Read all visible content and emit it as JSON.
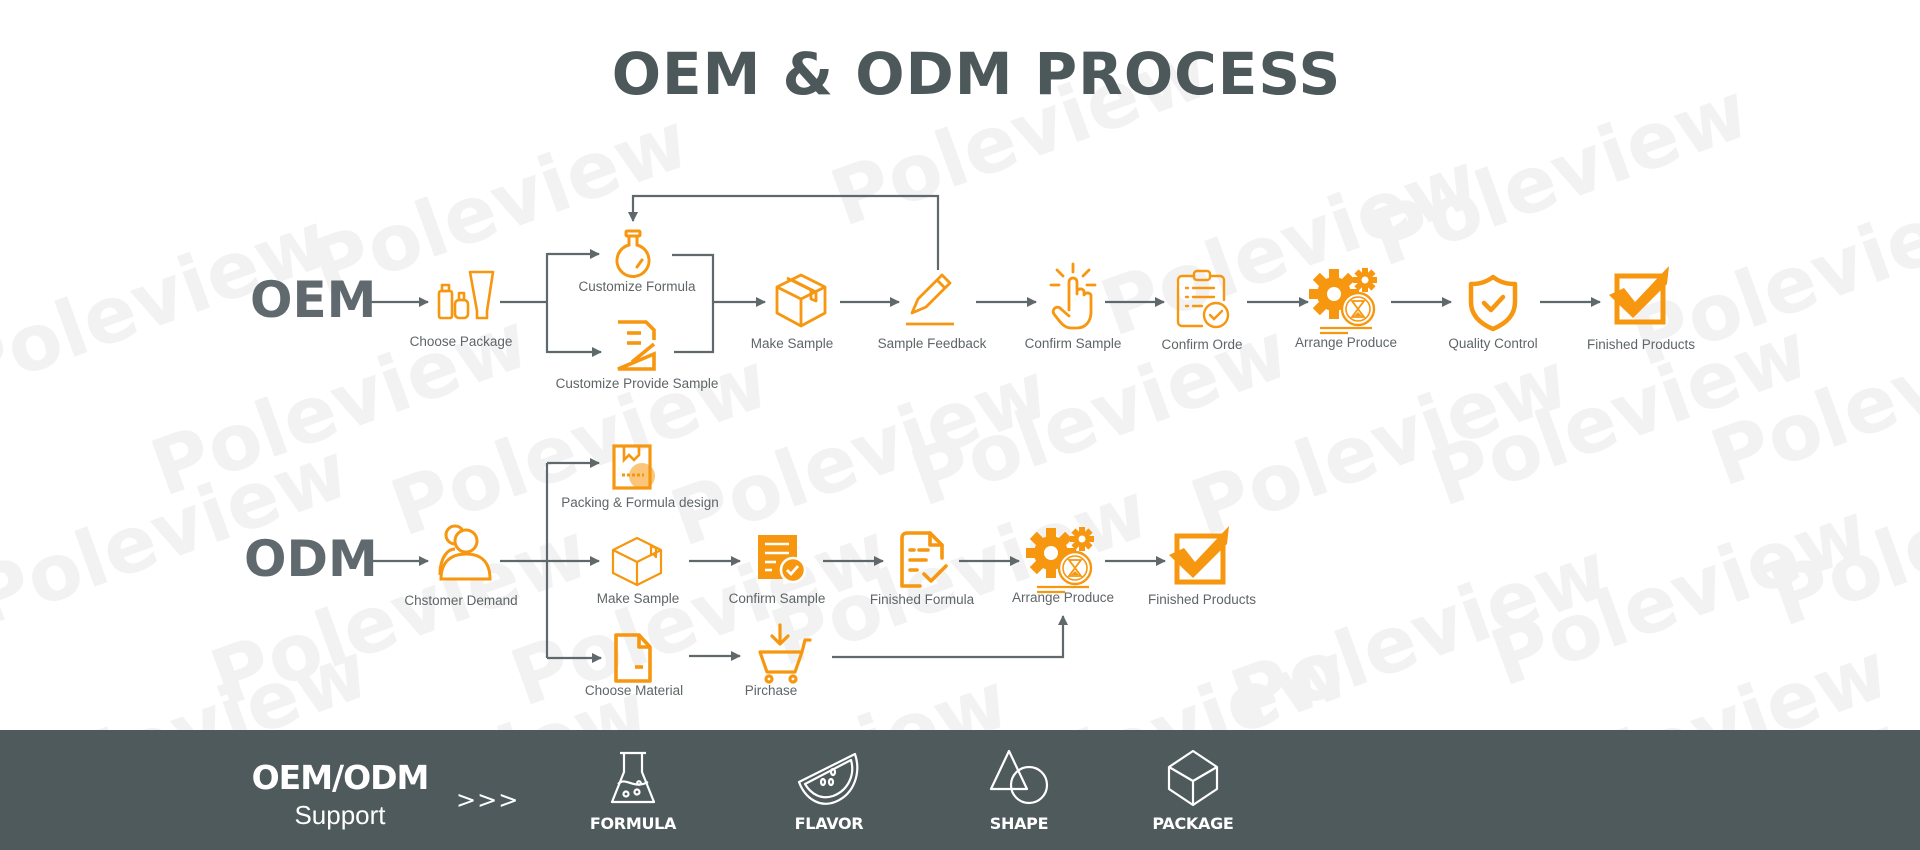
{
  "title": "OEM & ODM PROCESS",
  "watermark": "Poleview",
  "colors": {
    "accent": "#f7960f",
    "connector": "#5f686b",
    "title": "#4d585b",
    "footer_bg": "#4f5a5c"
  },
  "oem": {
    "label": "OEM",
    "nodes": [
      {
        "id": "choose-package",
        "label": "Choose Package",
        "icon": "bottles-icon"
      },
      {
        "id": "customize-formula",
        "label": "Customize Formula",
        "icon": "flask-icon"
      },
      {
        "id": "customize-provide-sample",
        "label": "Customize Provide Sample",
        "icon": "document-edit-icon"
      },
      {
        "id": "make-sample",
        "label": "Make Sample",
        "icon": "box-icon"
      },
      {
        "id": "sample-feedback",
        "label": "Sample Feedback",
        "icon": "pencil-icon"
      },
      {
        "id": "confirm-sample",
        "label": "Confirm Sample",
        "icon": "tap-hand-icon"
      },
      {
        "id": "confirm-orde",
        "label": "Confirm Orde",
        "icon": "clipboard-check-icon"
      },
      {
        "id": "arrange-produce",
        "label": "Arrange Produce",
        "icon": "gears-hourglass-icon"
      },
      {
        "id": "quality-control",
        "label": "Quality Control",
        "icon": "shield-check-icon"
      },
      {
        "id": "finished-products",
        "label": "Finished Products",
        "icon": "checkbox-check-icon"
      }
    ]
  },
  "odm": {
    "label": "ODM",
    "nodes": [
      {
        "id": "chstomer-demand",
        "label": "Chstomer Demand",
        "icon": "users-icon"
      },
      {
        "id": "packing-formula-design",
        "label": "Packing & Formula design",
        "icon": "package-design-icon"
      },
      {
        "id": "make-sample",
        "label": "Make Sample",
        "icon": "box-icon"
      },
      {
        "id": "confirm-sample",
        "label": "Confirm Sample",
        "icon": "document-check-icon"
      },
      {
        "id": "finished-formula",
        "label": "Finished Formula",
        "icon": "document-edit-check-icon"
      },
      {
        "id": "arrange-produce",
        "label": "Arrange Produce",
        "icon": "gears-hourglass-icon"
      },
      {
        "id": "finished-products",
        "label": "Finished Products",
        "icon": "checkbox-check-icon"
      },
      {
        "id": "choose-material",
        "label": "Choose Material",
        "icon": "file-icon"
      },
      {
        "id": "pirchase",
        "label": "Pirchase",
        "icon": "cart-download-icon"
      }
    ]
  },
  "footer": {
    "title": "OEM/ODM",
    "subtitle": "Support",
    "arrows": ">>>",
    "items": [
      {
        "label": "FORMULA",
        "icon": "flask-icon"
      },
      {
        "label": "FLAVOR",
        "icon": "watermelon-icon"
      },
      {
        "label": "SHAPE",
        "icon": "shapes-icon"
      },
      {
        "label": "PACKAGE",
        "icon": "cube-icon"
      }
    ]
  }
}
